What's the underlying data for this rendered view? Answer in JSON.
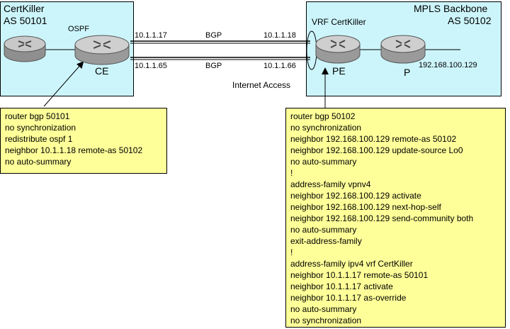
{
  "customer_site": {
    "name": "CertKiller",
    "as": "AS 50101",
    "igp": "OSPF",
    "ce_label": "CE"
  },
  "backbone": {
    "name": "MPLS Backbone",
    "as": "AS 50102",
    "vrf_label": "VRF CertKiller",
    "pe_label": "PE",
    "p_label": "P",
    "p_address": "192.168.100.129"
  },
  "links": [
    {
      "ce_ip": "10.1.1.17",
      "protocol": "BGP",
      "pe_ip": "10.1.1.18"
    },
    {
      "ce_ip": "10.1.1.65",
      "protocol": "BGP",
      "pe_ip": "10.1.1.66"
    }
  ],
  "internet_access_label": "Internet Access",
  "ce_config": [
    "router bgp 50101",
    "no synchronization",
    "redistribute ospf 1",
    "neighbor 10.1.1.18 remote-as 50102",
    "no auto-summary"
  ],
  "pe_config": [
    "router bgp 50102",
    "no synchronization",
    "neighbor 192.168.100.129 remote-as 50102",
    "neighbor 192.168.100.129 update-source Lo0",
    "no auto-summary",
    "!",
    "address-family vpnv4",
    "neighbor 192.168.100.129 activate",
    "neighbor 192.168.100.129 next-hop-self",
    "neighbor 192.168.100.129 send-community both",
    "no auto-summary",
    "exit-address-family",
    "!",
    "address-family ipv4 vrf CertKiller",
    "neighbor 10.1.1.17 remote-as 50101",
    "neighbor 10.1.1.17 activate",
    "neighbor 10.1.1.17 as-override",
    "no auto-summary",
    "no synchronization"
  ],
  "colors": {
    "site_fill": "#ccf5fb",
    "config_fill": "#ffff99",
    "router_body": "#c0c0c0"
  }
}
